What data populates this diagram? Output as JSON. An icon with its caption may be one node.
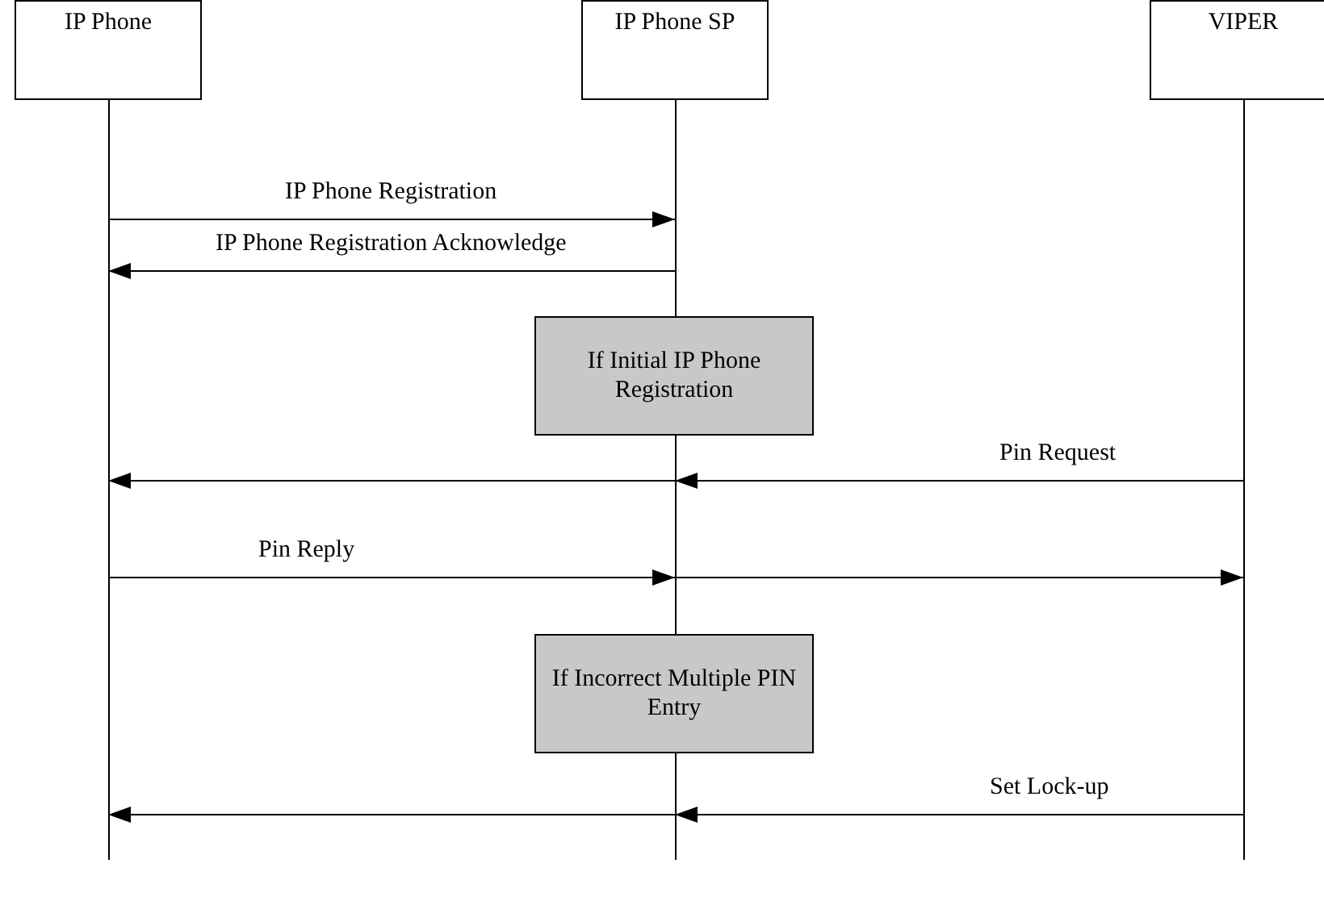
{
  "diagram": {
    "nodes": [
      {
        "text": [
          "IP Phone"
        ]
      },
      {
        "text": [
          "IP Phone SP"
        ]
      },
      {
        "text": [
          "VIPER"
        ]
      },
      {
        "text": [
          "If Initial IP Phone Registration"
        ]
      },
      {
        "text": [
          "If Incorrect Multiple PIN Entry"
        ]
      }
    ],
    "edges": [
      {
        "from": 0,
        "to": 1,
        "arrow": "to",
        "label": "IP Phone Registration"
      },
      {
        "from": 1,
        "to": 0,
        "arrow": "to",
        "label": "IP Phone Registration Acknowledge"
      },
      {
        "from": 2,
        "to": 1,
        "arrow": "to",
        "label": "Pin Request"
      },
      {
        "from": 1,
        "to": 0,
        "arrow": "to"
      },
      {
        "from": 0,
        "to": 1,
        "arrow": "to",
        "label": "Pin Reply"
      },
      {
        "from": 1,
        "to": 2,
        "arrow": "to"
      },
      {
        "from": 2,
        "to": 1,
        "arrow": "to",
        "label": "Set Lock-up"
      },
      {
        "from": 1,
        "to": 0,
        "arrow": "to"
      }
    ]
  }
}
